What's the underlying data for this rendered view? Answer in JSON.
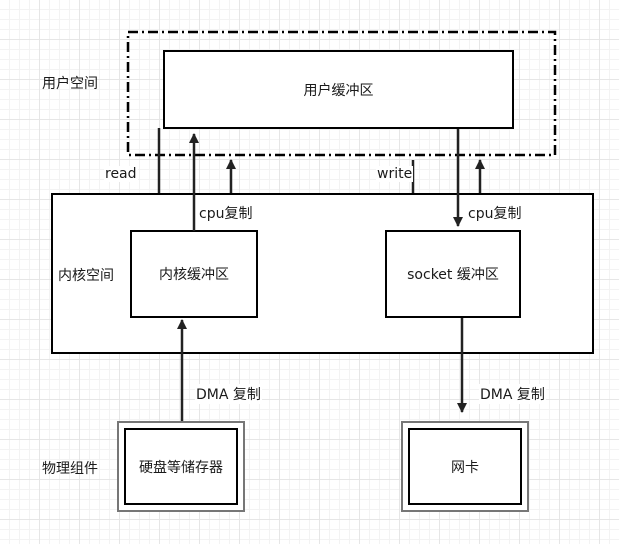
{
  "zones": {
    "user_space": "用户空间",
    "kernel_space": "内核空间",
    "physical": "物理组件"
  },
  "boxes": {
    "user_buffer": "用户缓冲区",
    "kernel_buffer": "内核缓冲区",
    "socket_buffer": "socket 缓冲区",
    "disk": "硬盘等储存器",
    "nic": "网卡"
  },
  "edges": {
    "read": "read",
    "write": "write",
    "cpu_copy_left": "cpu复制",
    "cpu_copy_right": "cpu复制",
    "dma_copy_left": "DMA 复制",
    "dma_copy_right": "DMA 复制"
  },
  "colors": {
    "line": "#222222",
    "grid": "#e6e6e6"
  }
}
